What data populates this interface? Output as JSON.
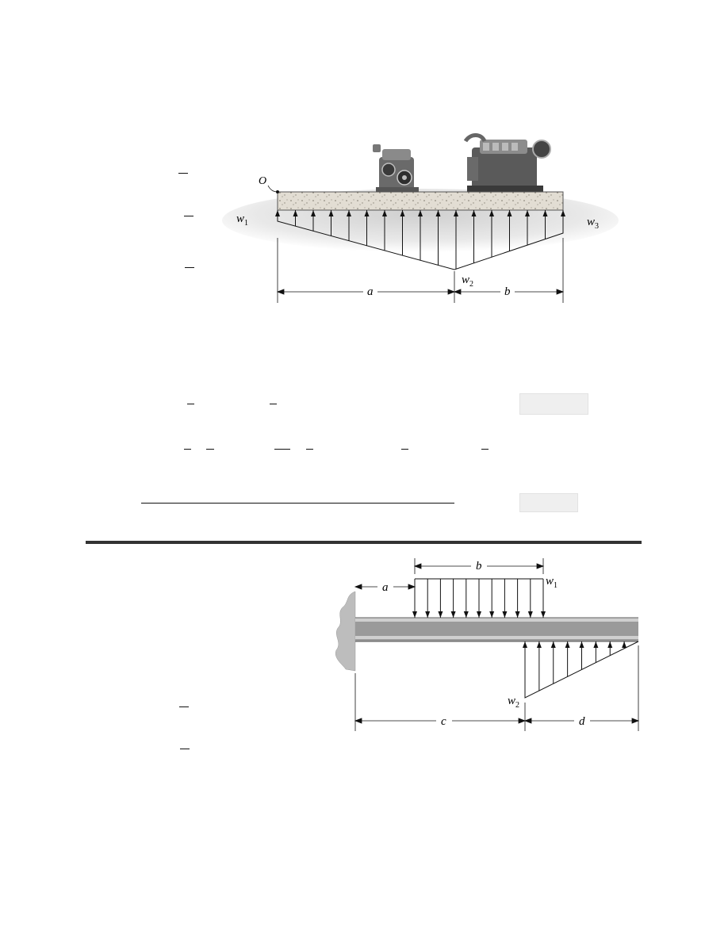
{
  "figure1": {
    "point_label": "O",
    "load_w1": "w",
    "load_w1_sub": "1",
    "load_w2": "w",
    "load_w2_sub": "2",
    "load_w3": "w",
    "load_w3_sub": "3",
    "dim_a": "a",
    "dim_b": "b",
    "engine_icons": [
      "small-engine-icon",
      "large-engine-icon"
    ]
  },
  "figure2": {
    "dim_a": "a",
    "dim_b": "b",
    "dim_c": "c",
    "dim_d": "d",
    "load_w1": "w",
    "load_w1_sub": "1",
    "load_w2": "w",
    "load_w2_sub": "2"
  },
  "colors": {
    "answer_box": "#efefef",
    "divider": "#333333",
    "slab": "#d8d4cc",
    "beam": "#9a9a9a"
  }
}
